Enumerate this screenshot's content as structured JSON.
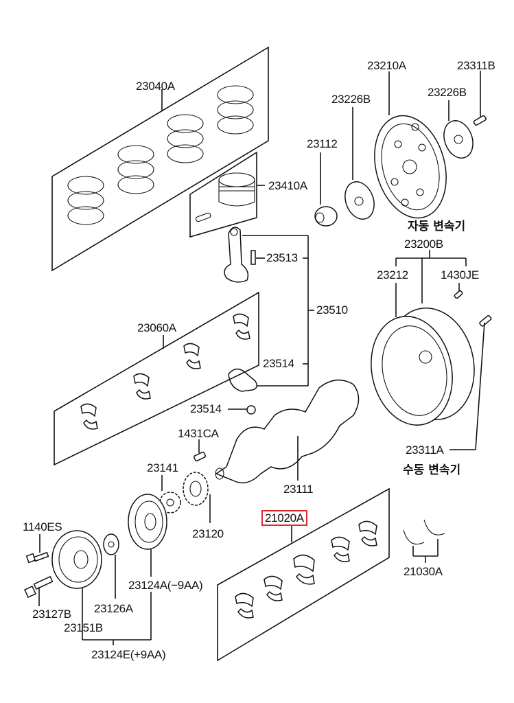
{
  "diagram": {
    "title": "Crankshaft, Piston & Flywheel Parts Diagram",
    "highlight_color": "#e0282e",
    "line_color": "#111111",
    "highlighted_part": "21020A",
    "labels": {
      "p23040A": "23040A",
      "p23410A": "23410A",
      "p23112": "23112",
      "p23226B_left": "23226B",
      "p23210A": "23210A",
      "p23226B_right": "23226B",
      "p23311B": "23311B",
      "at_label": "자동 변속기",
      "p23200B": "23200B",
      "p23212": "23212",
      "p1430JE": "1430JE",
      "p23513": "23513",
      "p23510": "23510",
      "p23514_upper": "23514",
      "p23060A": "23060A",
      "p23514_lower": "23514",
      "p1431CA": "1431CA",
      "p23141": "23141",
      "p23111": "23111",
      "p23120": "23120",
      "p23311A": "23311A",
      "mt_label": "수동 변속기",
      "p21020A": "21020A",
      "p1140ES": "1140ES",
      "p23124A": "23124A(−9AA)",
      "p21030A": "21030A",
      "p23127B": "23127B",
      "p23126A": "23126A",
      "p23151B": "23151B",
      "p23124E": "23124E(+9AA)"
    },
    "parts": [
      {
        "id": "23040A",
        "name": "Piston ring set"
      },
      {
        "id": "23410A",
        "name": "Piston & pin"
      },
      {
        "id": "23510",
        "name": "Connecting rod assembly"
      },
      {
        "id": "23060A",
        "name": "Connecting rod bearing set"
      },
      {
        "id": "23111",
        "name": "Crankshaft"
      },
      {
        "id": "21020A",
        "name": "Main bearing set"
      },
      {
        "id": "21030A",
        "name": "Thrust washer"
      },
      {
        "id": "23210A",
        "name": "Drive plate (automatic transmission)"
      },
      {
        "id": "23200B",
        "name": "Flywheel assembly (manual transmission)"
      }
    ]
  }
}
